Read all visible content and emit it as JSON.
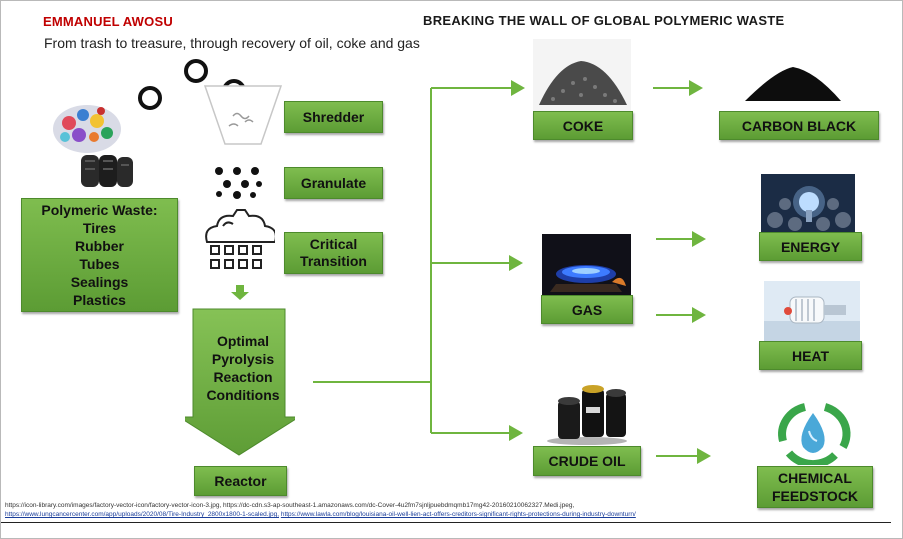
{
  "header": {
    "author": "EMMANUEL AWOSU",
    "subtitle": "From trash to treasure, through recovery of oil, coke and gas",
    "title": "BREAKING THE WALL OF GLOBAL POLYMERIC WASTE"
  },
  "input": {
    "heading": "Polymeric Waste:",
    "items": [
      "Tires",
      "Rubber",
      "Tubes",
      "Sealings",
      "Plastics"
    ]
  },
  "process": {
    "shredder": "Shredder",
    "granulate": "Granulate",
    "critical_line1": "Critical",
    "critical_line2": "Transition",
    "pyrolysis_lines": [
      "Optimal",
      "Pyrolysis",
      "Reaction",
      "Conditions"
    ],
    "reactor": "Reactor"
  },
  "products": {
    "coke": "COKE",
    "carbon_black": "CARBON BLACK",
    "gas": "GAS",
    "energy": "ENERGY",
    "heat": "HEAT",
    "crude_oil": "CRUDE OIL",
    "chemical_line1": "CHEMICAL",
    "chemical_line2": "FEEDSTOCK"
  },
  "sources": {
    "line1": "https://icon-library.com/images/factory-vector-icon/factory-vector-icon-3.jpg, https://dc-cdn.s3-ap-southeast-1.amazonaws.com/dc-Cover-4u2fm7sjnljpuebdmqmb17mg42-20160210062327.Medi.jpeg,",
    "line2a": "https://www.lungcancercenter.com/app/uploads/2020/08/Tire-Industry_2800x1800-1-scaled.jpg,",
    "line2b": "https://www.lawla.com/blog/louisiana-oil-well-lien-act-offers-creditors-significant-rights-protections-during-industry-downturn/"
  },
  "colors": {
    "box_green": "#6aab3f",
    "arrow_green": "#6fb53f",
    "author_red": "#c00000"
  }
}
